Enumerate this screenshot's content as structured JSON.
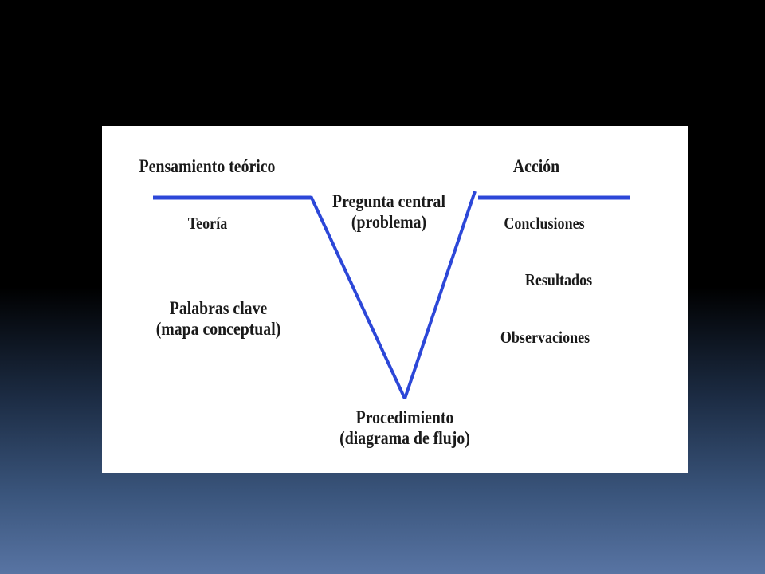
{
  "diagram": {
    "left_heading": "Pensamiento teórico",
    "right_heading": "Acción",
    "center_top": {
      "line1": "Pregunta central",
      "line2": "(problema)"
    },
    "left_items": {
      "theory": "Teoría",
      "keywords_line1": "Palabras clave",
      "keywords_line2": "(mapa conceptual)"
    },
    "right_items": {
      "conclusions": "Conclusiones",
      "results": "Resultados",
      "observations": "Observaciones"
    },
    "bottom": {
      "line1": "Procedimiento",
      "line2": "(diagrama de flujo)"
    },
    "line_color": "#2c47d8"
  }
}
